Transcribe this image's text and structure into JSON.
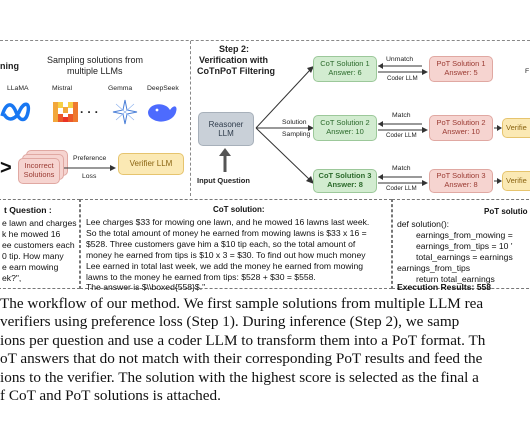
{
  "step1": {
    "title_fragment": "ning",
    "sampling_title_line1": "Sampling solutions from",
    "sampling_title_line2": "multiple LLMs",
    "models": [
      "LLaMA",
      "Mistral",
      "Gemma",
      "DeepSeek"
    ],
    "dots": "· · ·",
    "incorrect_solutions_line1": "Incorrect",
    "incorrect_solutions_line2": "Solutions",
    "preference_label": "Preference",
    "loss_label": "Loss",
    "verifier_llm": "Verifier LLM"
  },
  "step2": {
    "title_line1": "Step 2:",
    "title_line2": "Verification with",
    "title_line3": "CoTnPoT Filtering",
    "reasoner_line1": "Reasoner",
    "reasoner_line2": "LLM",
    "input_question": "Input Question",
    "solution_label": "Solution",
    "sampling_label": "Sampling",
    "rows": [
      {
        "cot_title": "CoT Solution 1",
        "cot_answer": "Answer: 6",
        "relation": "Unmatch",
        "coder": "Coder LLM",
        "pot_title": "PoT Solution 1",
        "pot_answer": "Answer: 5",
        "right_text": "F"
      },
      {
        "cot_title": "CoT Solution 2",
        "cot_answer": "Answer: 10",
        "relation": "Match",
        "coder": "Coder LLM",
        "pot_title": "PoT Solution 2",
        "pot_answer": "Answer: 10",
        "right_text": "Verifie"
      },
      {
        "cot_title": "CoT Solution 3",
        "cot_answer": "Answer: 8",
        "relation": "Match",
        "coder": "Coder LLM",
        "pot_title": "PoT Solution 3",
        "pot_answer": "Answer: 8",
        "right_text": "Verifie"
      }
    ]
  },
  "question_panel": {
    "title": "t Question :",
    "lines": [
      "e lawn and charges",
      "k he mowed 16",
      "ee customers each",
      "0 tip. How many",
      "e earn mowing",
      "ek?\","
    ]
  },
  "cot_panel": {
    "title": "CoT solution:",
    "lines": [
      "Lee charges $33 for mowing one lawn, and he mowed 16 lawns last week.",
      "So the total amount of money he earned from mowing lawns is $33 x 16 =",
      "$528. Three customers gave him a $10 tip each, so the total amount of",
      "money he earned from tips is $10 x 3 = $30. To find out how much money",
      "Lee earned in total last week, we add the money he earned from mowing",
      "lawns to the money he earned from tips: $528 + $30 = $558.",
      "The answer is $\\\\boxed{558}$.\""
    ]
  },
  "pot_panel": {
    "title": "PoT solutio",
    "lines": [
      "def solution():",
      "earnings_from_mowing =",
      "earnings_from_tips = 10 '",
      "total_earnings = earnings",
      "earnings_from_tips",
      "return total_earnings"
    ],
    "result_label": "Execution Results: 558"
  },
  "caption": {
    "lines": [
      "The workflow of our method. We first sample solutions from multiple LLM rea",
      "verifiers using preference loss (Step 1). During inference (Step 2), we samp",
      "ions per question and use a coder LLM to transform them into a PoT format. Th",
      "oT answers that do not match with their corresponding PoT results and feed the",
      "ions to the verifier. The solution with the highest score is selected as the final a",
      "f CoT and PoT solutions is attached."
    ]
  }
}
